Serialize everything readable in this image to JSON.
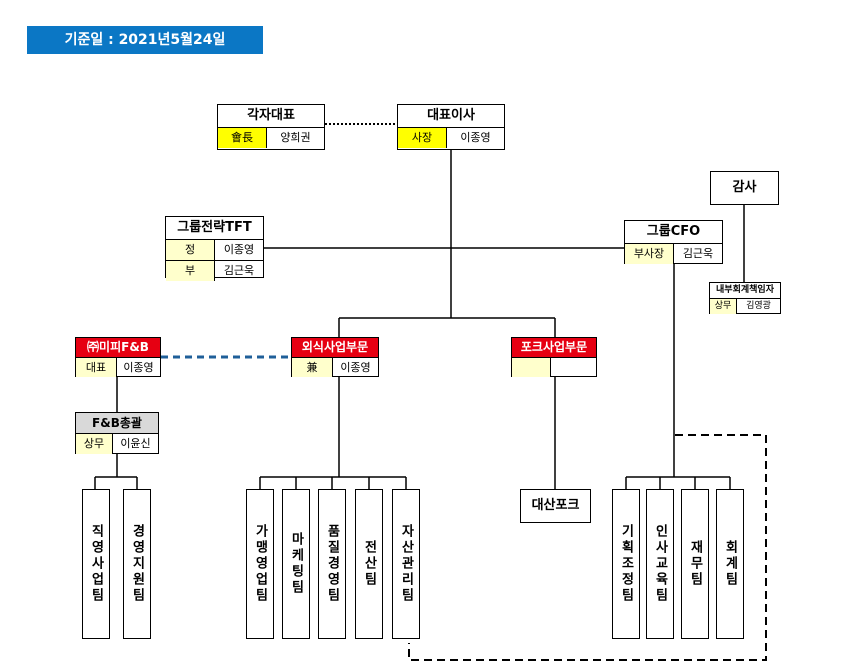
{
  "date_label": "기준일 : 2021년5월24일",
  "nodes": {
    "chairman": {
      "title": "각자대표",
      "rows": [
        {
          "k": "會長",
          "v": "양희권"
        }
      ]
    },
    "ceo": {
      "title": "대표이사",
      "rows": [
        {
          "k": "사장",
          "v": "이종영"
        }
      ]
    },
    "audit": {
      "title": "감사"
    },
    "tft": {
      "title": "그룹전략TFT",
      "rows": [
        {
          "k": "정",
          "v": "이종영"
        },
        {
          "k": "부",
          "v": "김근욱"
        }
      ]
    },
    "cfo": {
      "title": "그룹CFO",
      "rows": [
        {
          "k": "부사장",
          "v": "김근욱"
        }
      ]
    },
    "internal": {
      "title": "내부회계책임자",
      "rows": [
        {
          "k": "상무",
          "v": "김영광"
        }
      ]
    },
    "mipi": {
      "title": "㈜미피F&B",
      "rows": [
        {
          "k": "대표",
          "v": "이종영"
        }
      ]
    },
    "dining": {
      "title": "외식사업부문",
      "rows": [
        {
          "k": "兼",
          "v": "이종영"
        }
      ]
    },
    "pork": {
      "title": "포크사업부문",
      "rows": [
        {
          "k": "",
          "v": ""
        }
      ]
    },
    "fnb": {
      "title": "F&B총괄",
      "rows": [
        {
          "k": "상무",
          "v": "이윤신"
        }
      ]
    },
    "daesan": {
      "title": "대산포크"
    }
  },
  "teams": {
    "mipi": [
      "직영사업팀",
      "경영지원팀"
    ],
    "dining": [
      "가맹영업팀",
      "마케팅팀",
      "품질경영팀",
      "전산팀",
      "자산관리팀"
    ],
    "cfo": [
      "기획조정팀",
      "인사교육팀",
      "재무팀",
      "회계팀"
    ]
  }
}
